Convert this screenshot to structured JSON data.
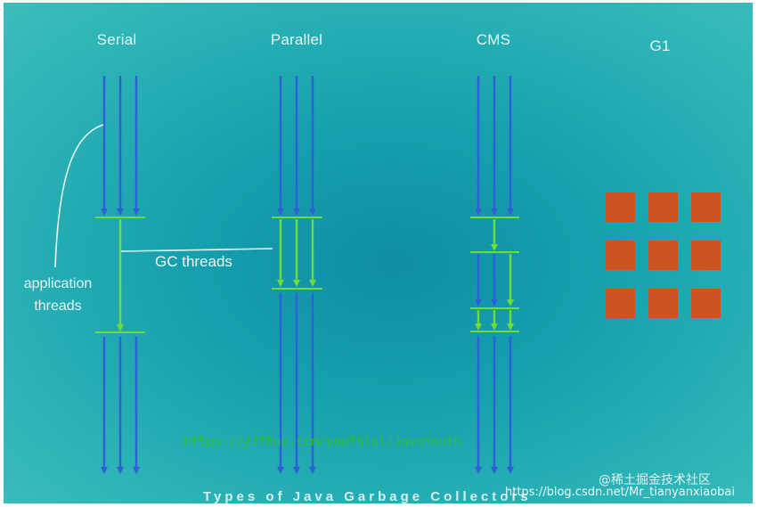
{
  "columns": {
    "serial": "Serial",
    "parallel": "Parallel",
    "cms": "CMS",
    "g1": "G1"
  },
  "labels": {
    "gc_threads": "GC threads",
    "application_line1": "application",
    "application_line2": "threads"
  },
  "footer": {
    "title": "Types of Java Garbage Collectors",
    "url": "https://github.com/youthlql/JavaYouth"
  },
  "watermarks": {
    "juejin": "@稀土掘金技术社区",
    "csdn": "https://blog.csdn.net/Mr_tianyanxiaobai"
  },
  "colors": {
    "app_thread": "#2f5fd6",
    "gc_thread": "#6fdc3b",
    "g1_region": "#cf5320",
    "annotation": "#e8f4f4"
  },
  "g1_regions": {
    "rows": 3,
    "cols": 3
  }
}
